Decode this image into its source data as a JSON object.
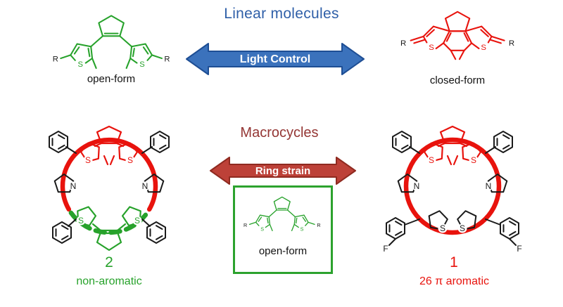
{
  "figure": {
    "linear": {
      "title": "Linear molecules",
      "arrow_label": "Light Control",
      "open_label": "open-form",
      "closed_label": "closed-form"
    },
    "macro": {
      "title": "Macrocycles",
      "arrow_label": "Ring strain",
      "box_label": "open-form",
      "compound_2": {
        "number": "2",
        "caption": "non-aromatic"
      },
      "compound_1": {
        "number": "1",
        "caption": "26 π aromatic"
      }
    },
    "atoms": {
      "s": "S",
      "n": "N",
      "r": "R",
      "f": "F"
    }
  },
  "colors": {
    "structure_green": "#27a22b",
    "structure_red": "#e8130d",
    "structure_black": "#1a1a1a",
    "linear_title_blue": "#2f5fa8",
    "macro_title_red": "#943634",
    "arrow_blue_fill": "#3b72bc",
    "arrow_red_fill": "#bd4138"
  }
}
